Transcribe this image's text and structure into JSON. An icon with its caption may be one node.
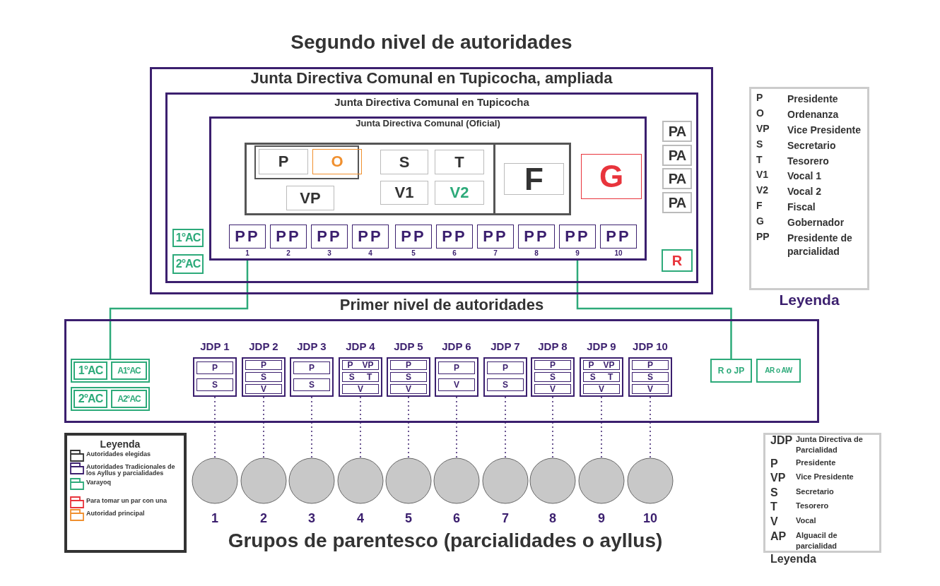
{
  "diagram": {
    "nodes": [
      {
        "text": [
          "Segundo nivel de autoridades",
          "Junta Directiva Comunal en Tupicocha, ampliada"
        ]
      },
      {
        "text": [
          "Junta Directiva Comunal en Tupicocha"
        ],
        "in": 0
      },
      {
        "text": [
          "Junta Directiva Comunal (Oficial)"
        ],
        "in": 1
      },
      {
        "text": [],
        "shape": "box",
        "in": 2
      },
      {
        "text": [],
        "shape": "box",
        "in": 3
      },
      {
        "text": [
          "P"
        ],
        "in": 4
      },
      {
        "text": [
          "O"
        ],
        "in": 4
      },
      {
        "text": [
          "S"
        ],
        "in": 3
      },
      {
        "text": [
          "T"
        ],
        "in": 3
      },
      {
        "text": [
          "VP"
        ],
        "in": 3
      },
      {
        "text": [
          "V1"
        ],
        "in": 3
      },
      {
        "text": [
          "V2"
        ],
        "in": 3
      },
      {
        "text": [
          "F"
        ],
        "in": 3
      },
      {
        "text": [
          "G"
        ],
        "in": 2
      },
      {
        "text": [
          "PP"
        ],
        "in": 2,
        "beside": [
          "1"
        ]
      },
      {
        "text": [
          "PP"
        ],
        "in": 2,
        "beside": [
          "2"
        ]
      },
      {
        "text": [
          "PP"
        ],
        "in": 2,
        "beside": [
          "3"
        ]
      },
      {
        "text": [
          "PP"
        ],
        "in": 2,
        "beside": [
          "4"
        ]
      },
      {
        "text": [
          "PP"
        ],
        "in": 2,
        "beside": [
          "5"
        ]
      },
      {
        "text": [
          "PP"
        ],
        "in": 2,
        "beside": [
          "6"
        ]
      },
      {
        "text": [
          "PP"
        ],
        "in": 2,
        "beside": [
          "7"
        ]
      },
      {
        "text": [
          "PP"
        ],
        "in": 2,
        "beside": [
          "8"
        ]
      },
      {
        "text": [
          "PP"
        ],
        "in": 2,
        "beside": [
          "9"
        ]
      },
      {
        "text": [
          "PP"
        ],
        "in": 2,
        "beside": [
          "10"
        ]
      },
      {
        "text": [
          "1°AC"
        ],
        "in": 1
      },
      {
        "text": [
          "2°AC"
        ],
        "in": 1
      },
      {
        "text": [
          "PA"
        ],
        "in": 1
      },
      {
        "text": [
          "PA"
        ],
        "in": 1
      },
      {
        "text": [
          "PA"
        ],
        "in": 1
      },
      {
        "text": [
          "PA"
        ],
        "in": 1
      },
      {
        "text": [
          "R"
        ],
        "in": 1
      },
      {
        "text": [
          "Primer nivel de autoridades"
        ]
      },
      {
        "text": [],
        "shape": "box",
        "in": 31
      },
      {
        "text": [
          "1°AC"
        ],
        "in": 32
      },
      {
        "text": [
          "A1°AC"
        ],
        "in": 32
      },
      {
        "text": [],
        "shape": "box",
        "in": 31
      },
      {
        "text": [
          "2°AC"
        ],
        "in": 35
      },
      {
        "text": [
          "A2°AC"
        ],
        "in": 35
      },
      {
        "text": [
          "JDP 1"
        ],
        "in": 31
      },
      {
        "text": [
          "P"
        ],
        "in": 38
      },
      {
        "text": [
          "S"
        ],
        "in": 38
      },
      {
        "text": [
          "JDP 2"
        ],
        "in": 31
      },
      {
        "text": [
          "P"
        ],
        "in": 41
      },
      {
        "text": [
          "S"
        ],
        "in": 41
      },
      {
        "text": [
          "V"
        ],
        "in": 41
      },
      {
        "text": [
          "JDP 3"
        ],
        "in": 31
      },
      {
        "text": [
          "P"
        ],
        "in": 45
      },
      {
        "text": [
          "S"
        ],
        "in": 45
      },
      {
        "text": [
          "JDP 4"
        ],
        "in": 31
      },
      {
        "text": [
          "P",
          "VP"
        ],
        "in": 48
      },
      {
        "text": [
          "S",
          "T"
        ],
        "in": 48
      },
      {
        "text": [
          "V"
        ],
        "in": 48
      },
      {
        "text": [
          "JDP 5"
        ],
        "in": 31
      },
      {
        "text": [
          "P"
        ],
        "in": 52
      },
      {
        "text": [
          "S"
        ],
        "in": 52
      },
      {
        "text": [
          "V"
        ],
        "in": 52
      },
      {
        "text": [
          "JDP 6"
        ],
        "in": 31
      },
      {
        "text": [
          "P"
        ],
        "in": 56
      },
      {
        "text": [
          "V"
        ],
        "in": 56
      },
      {
        "text": [
          "JDP 7"
        ],
        "in": 31
      },
      {
        "text": [
          "P"
        ],
        "in": 59
      },
      {
        "text": [
          "S"
        ],
        "in": 59
      },
      {
        "text": [
          "JDP 8"
        ],
        "in": 31
      },
      {
        "text": [
          "P"
        ],
        "in": 62
      },
      {
        "text": [
          "S"
        ],
        "in": 62
      },
      {
        "text": [
          "V"
        ],
        "in": 62
      },
      {
        "text": [
          "JDP 9"
        ],
        "in": 31
      },
      {
        "text": [
          "P",
          "VP"
        ],
        "in": 66
      },
      {
        "text": [
          "S",
          "T"
        ],
        "in": 66
      },
      {
        "text": [
          "V"
        ],
        "in": 66
      },
      {
        "text": [
          "JDP 10"
        ],
        "in": 31
      },
      {
        "text": [
          "P"
        ],
        "in": 70
      },
      {
        "text": [
          "S"
        ],
        "in": 70
      },
      {
        "text": [
          "V"
        ],
        "in": 70
      },
      {
        "text": [
          "R o JP"
        ],
        "in": 31
      },
      {
        "text": [
          "AR o AW"
        ],
        "in": 31
      },
      {
        "text": [],
        "shape": "circle",
        "beside": [
          "1"
        ]
      },
      {
        "text": [],
        "shape": "circle",
        "beside": [
          "2"
        ]
      },
      {
        "text": [],
        "shape": "circle",
        "beside": [
          "3"
        ]
      },
      {
        "text": [],
        "shape": "circle",
        "beside": [
          "4"
        ]
      },
      {
        "text": [],
        "shape": "circle",
        "beside": [
          "5"
        ]
      },
      {
        "text": [],
        "shape": "circle",
        "beside": [
          "6"
        ]
      },
      {
        "text": [],
        "shape": "circle",
        "beside": [
          "7"
        ]
      },
      {
        "text": [],
        "shape": "circle",
        "beside": [
          "8"
        ]
      },
      {
        "text": [],
        "shape": "circle",
        "beside": [
          "9"
        ]
      },
      {
        "text": [],
        "shape": "circle",
        "beside": [
          "10"
        ]
      }
    ],
    "edges": [
      {
        "from": 14,
        "to": 32,
        "arrow": "none",
        "color": "#2daa7a"
      },
      {
        "from": 22,
        "to": 74,
        "arrow": "none",
        "color": "#2daa7a"
      },
      {
        "from": 38,
        "to": 76,
        "arrow": "none",
        "style": "dashed"
      },
      {
        "from": 41,
        "to": 77,
        "arrow": "none",
        "style": "dashed"
      },
      {
        "from": 45,
        "to": 78,
        "arrow": "none",
        "style": "dashed"
      },
      {
        "from": 48,
        "to": 79,
        "arrow": "none",
        "style": "dashed"
      },
      {
        "from": 52,
        "to": 80,
        "arrow": "none",
        "style": "dashed"
      },
      {
        "from": 56,
        "to": 81,
        "arrow": "none",
        "style": "dashed"
      },
      {
        "from": 59,
        "to": 82,
        "arrow": "none",
        "style": "dashed"
      },
      {
        "from": 62,
        "to": 83,
        "arrow": "none",
        "style": "dashed"
      },
      {
        "from": 66,
        "to": 84,
        "arrow": "none",
        "style": "dashed"
      },
      {
        "from": 70,
        "to": 85,
        "arrow": "none",
        "style": "dashed"
      }
    ],
    "labels": [
      "P",
      "Presidente",
      "O",
      "Ordenanza",
      "VP",
      "Vice Presidente",
      "S",
      "Secretario",
      "T",
      "Tesorero",
      "V1",
      "Vocal 1",
      "V2",
      "Vocal 2",
      "F",
      "Fiscal",
      "G",
      "Gobernador",
      "PP",
      "Presidente de parcialidad",
      "Leyenda",
      "Leyenda",
      "Grupos de parentesco (parcialidades o ayllus)",
      "JDP",
      "Junta Directiva de Parcialidad",
      "P",
      "Presidente",
      "VP",
      "Vice Presidente",
      "S",
      "Secretario",
      "T",
      "Tesorero",
      "V",
      "Vocal",
      "AP",
      "Alguacil de parcialidad",
      "Leyenda"
    ],
    "legend": [
      {
        "text": "Autoridades elegidas",
        "color": "#333333"
      },
      {
        "text": "Autoridades Tradicionales de los Ayllus y parcialidades",
        "color": "#3b1f6e"
      },
      {
        "text": "Varayoq",
        "color": "#2daa7a"
      },
      {
        "text": "Para tomar un par con una",
        "color": "#e8343c"
      },
      {
        "text": "Autoridad principal",
        "color": "#f0902f"
      }
    ]
  }
}
